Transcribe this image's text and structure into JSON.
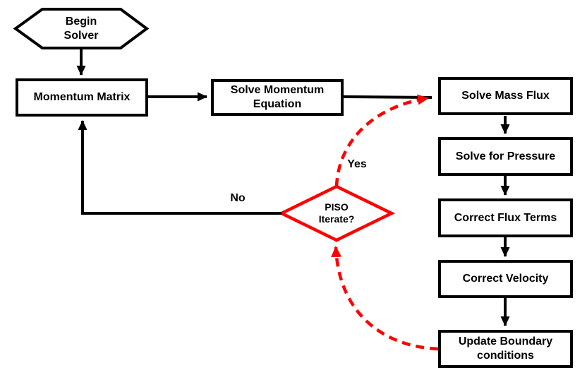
{
  "colors": {
    "background": "#ffffff",
    "line": "#000000",
    "accent": "#ff0000",
    "text": "#000000",
    "node_fill": "#ffffff"
  },
  "nodes": {
    "begin_solver": {
      "label": "Begin Solver",
      "shape": "hexagon"
    },
    "momentum_matrix": {
      "label": "Momentum Matrix",
      "shape": "rect"
    },
    "solve_momentum": {
      "label": "Solve Momentum Equation",
      "shape": "rect"
    },
    "solve_mass_flux": {
      "label": "Solve Mass Flux",
      "shape": "rect"
    },
    "solve_pressure": {
      "label": "Solve for Pressure",
      "shape": "rect"
    },
    "correct_flux_terms": {
      "label": "Correct Flux Terms",
      "shape": "rect"
    },
    "correct_velocity": {
      "label": "Correct Velocity",
      "shape": "rect"
    },
    "update_boundary": {
      "label": "Update Boundary conditions",
      "shape": "rect"
    },
    "piso_iterate": {
      "label": "PISO Iterate?",
      "shape": "diamond",
      "outline": "#ff0000"
    }
  },
  "edges": {
    "yes_label": "Yes",
    "no_label": "No",
    "list": [
      {
        "from": "begin_solver",
        "to": "momentum_matrix",
        "style": "solid"
      },
      {
        "from": "momentum_matrix",
        "to": "solve_momentum",
        "style": "solid"
      },
      {
        "from": "solve_momentum",
        "to": "solve_mass_flux",
        "style": "solid"
      },
      {
        "from": "solve_mass_flux",
        "to": "solve_pressure",
        "style": "solid"
      },
      {
        "from": "solve_pressure",
        "to": "correct_flux_terms",
        "style": "solid"
      },
      {
        "from": "correct_flux_terms",
        "to": "correct_velocity",
        "style": "solid"
      },
      {
        "from": "correct_velocity",
        "to": "update_boundary",
        "style": "solid"
      },
      {
        "from": "piso_iterate",
        "to": "momentum_matrix",
        "style": "solid",
        "label": "No"
      },
      {
        "from": "piso_iterate",
        "to": "solve_mass_flux",
        "style": "dashed",
        "label": "Yes"
      },
      {
        "from": "update_boundary",
        "to": "piso_iterate",
        "style": "dashed"
      }
    ]
  }
}
